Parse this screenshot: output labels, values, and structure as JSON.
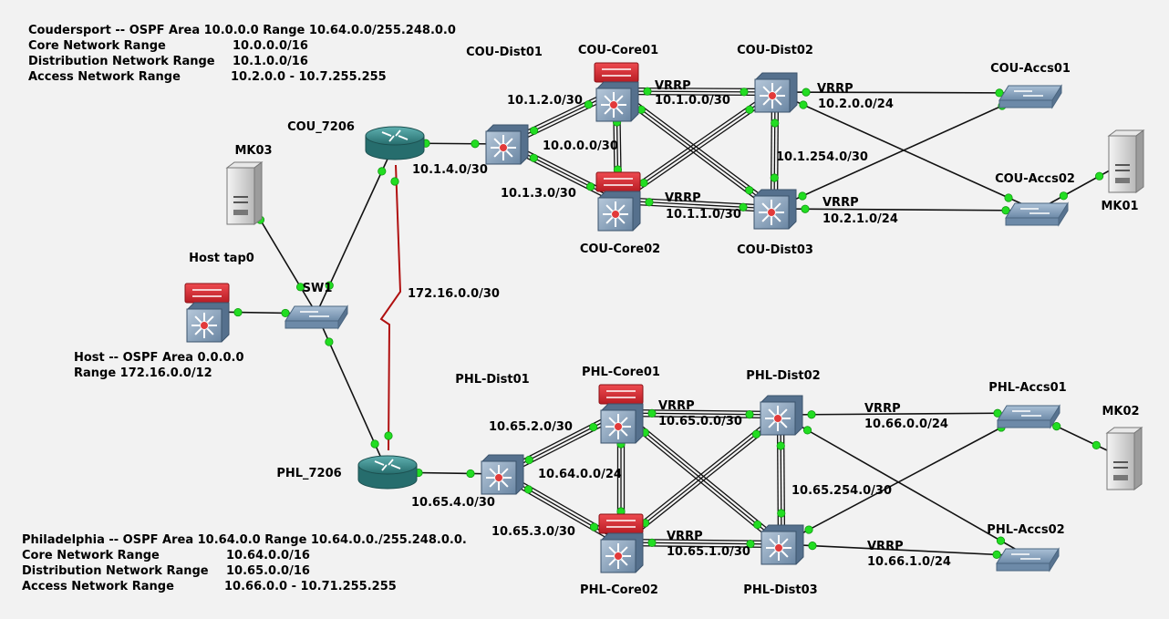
{
  "info_cou": {
    "line1": "Coudersport -- OSPF Area 10.0.0.0 Range 10.64.0.0/255.248.0.0",
    "rows": [
      {
        "k": "Core Network Range",
        "v": "10.0.0.0/16"
      },
      {
        "k": "Distribution Network Range",
        "v": "10.1.0.0/16"
      },
      {
        "k": "Access Network Range",
        "v": "10.2.0.0 - 10.7.255.255"
      }
    ]
  },
  "info_phl": {
    "line1": "Philadelphia -- OSPF Area 10.64.0.0 Range 10.64.0.0./255.248.0.0.",
    "rows": [
      {
        "k": "Core Network Range",
        "v": "10.64.0.0/16"
      },
      {
        "k": "Distribution Network Range",
        "v": "10.65.0.0/16"
      },
      {
        "k": "Access Network Range",
        "v": "10.66.0.0 - 10.71.255.255"
      }
    ]
  },
  "info_host": {
    "line1": "Host -- OSPF Area 0.0.0.0",
    "line2": "Range 172.16.0.0/12"
  },
  "nodes": [
    {
      "id": "cou_dist01",
      "label": "COU-Dist01",
      "kind": "l3switch",
      "icon": "l3-switch-icon"
    },
    {
      "id": "cou_core01",
      "label": "COU-Core01",
      "kind": "core",
      "icon": "core-switch-icon"
    },
    {
      "id": "cou_core02",
      "label": "COU-Core02",
      "kind": "core",
      "icon": "core-switch-icon"
    },
    {
      "id": "cou_dist02",
      "label": "COU-Dist02",
      "kind": "l3switch",
      "icon": "l3-switch-icon"
    },
    {
      "id": "cou_dist03",
      "label": "COU-Dist03",
      "kind": "l3switch",
      "icon": "l3-switch-icon"
    },
    {
      "id": "cou_accs01",
      "label": "COU-Accs01",
      "kind": "l2switch",
      "icon": "switch-icon"
    },
    {
      "id": "cou_accs02",
      "label": "COU-Accs02",
      "kind": "l2switch",
      "icon": "switch-icon"
    },
    {
      "id": "mk01",
      "label": "MK01",
      "kind": "server",
      "icon": "server-icon"
    },
    {
      "id": "mk02",
      "label": "MK02",
      "kind": "server",
      "icon": "server-icon"
    },
    {
      "id": "mk03",
      "label": "MK03",
      "kind": "server",
      "icon": "server-icon"
    },
    {
      "id": "cou_7206",
      "label": "COU_7206",
      "kind": "router",
      "icon": "router-icon"
    },
    {
      "id": "phl_7206",
      "label": "PHL_7206",
      "kind": "router",
      "icon": "router-icon"
    },
    {
      "id": "sw1",
      "label": "SW1",
      "kind": "l2switch",
      "icon": "switch-icon"
    },
    {
      "id": "host",
      "label": "Host tap0",
      "kind": "core",
      "icon": "core-switch-icon"
    },
    {
      "id": "phl_dist01",
      "label": "PHL-Dist01",
      "kind": "l3switch",
      "icon": "l3-switch-icon"
    },
    {
      "id": "phl_core01",
      "label": "PHL-Core01",
      "kind": "core",
      "icon": "core-switch-icon"
    },
    {
      "id": "phl_core02",
      "label": "PHL-Core02",
      "kind": "core",
      "icon": "core-switch-icon"
    },
    {
      "id": "phl_dist02",
      "label": "PHL-Dist02",
      "kind": "l3switch",
      "icon": "l3-switch-icon"
    },
    {
      "id": "phl_dist03",
      "label": "PHL-Dist03",
      "kind": "l3switch",
      "icon": "l3-switch-icon"
    },
    {
      "id": "phl_accs01",
      "label": "PHL-Accs01",
      "kind": "l2switch",
      "icon": "switch-icon"
    },
    {
      "id": "phl_accs02",
      "label": "PHL-Accs02",
      "kind": "l2switch",
      "icon": "switch-icon"
    }
  ],
  "links": [
    {
      "from": "cou_7206",
      "to": "cou_dist01",
      "style": "single"
    },
    {
      "from": "cou_dist01",
      "to": "cou_core01",
      "style": "double"
    },
    {
      "from": "cou_dist01",
      "to": "cou_core02",
      "style": "double"
    },
    {
      "from": "cou_core01",
      "to": "cou_core02",
      "style": "double"
    },
    {
      "from": "cou_core01",
      "to": "cou_dist02",
      "style": "double"
    },
    {
      "from": "cou_core01",
      "to": "cou_dist03",
      "style": "double"
    },
    {
      "from": "cou_core02",
      "to": "cou_dist02",
      "style": "double"
    },
    {
      "from": "cou_core02",
      "to": "cou_dist03",
      "style": "double"
    },
    {
      "from": "cou_dist02",
      "to": "cou_dist03",
      "style": "double"
    },
    {
      "from": "cou_dist02",
      "to": "cou_accs01",
      "style": "single"
    },
    {
      "from": "cou_dist02",
      "to": "cou_accs02",
      "style": "single"
    },
    {
      "from": "cou_dist03",
      "to": "cou_accs02",
      "style": "single"
    },
    {
      "from": "cou_dist03",
      "to": "cou_accs01",
      "style": "single"
    },
    {
      "from": "cou_accs02",
      "to": "mk01",
      "style": "single"
    },
    {
      "from": "mk03",
      "to": "sw1",
      "style": "single"
    },
    {
      "from": "host",
      "to": "sw1",
      "style": "single"
    },
    {
      "from": "sw1",
      "to": "cou_7206",
      "style": "single"
    },
    {
      "from": "sw1",
      "to": "phl_7206",
      "style": "single"
    },
    {
      "from": "phl_7206",
      "to": "phl_dist01",
      "style": "single"
    },
    {
      "from": "phl_dist01",
      "to": "phl_core01",
      "style": "double"
    },
    {
      "from": "phl_dist01",
      "to": "phl_core02",
      "style": "double"
    },
    {
      "from": "phl_core01",
      "to": "phl_core02",
      "style": "double"
    },
    {
      "from": "phl_core01",
      "to": "phl_dist02",
      "style": "double"
    },
    {
      "from": "phl_core01",
      "to": "phl_dist03",
      "style": "double"
    },
    {
      "from": "phl_core02",
      "to": "phl_dist02",
      "style": "double"
    },
    {
      "from": "phl_core02",
      "to": "phl_dist03",
      "style": "double"
    },
    {
      "from": "phl_dist02",
      "to": "phl_dist03",
      "style": "double"
    },
    {
      "from": "phl_dist02",
      "to": "phl_accs01",
      "style": "single"
    },
    {
      "from": "phl_dist02",
      "to": "phl_accs02",
      "style": "single"
    },
    {
      "from": "phl_dist03",
      "to": "phl_accs02",
      "style": "single"
    },
    {
      "from": "phl_dist03",
      "to": "phl_accs01",
      "style": "single"
    },
    {
      "from": "phl_accs01",
      "to": "mk02",
      "style": "single"
    }
  ],
  "serial_link": {
    "from": "cou_7206",
    "to": "phl_7206",
    "label": "172.16.0.0/30",
    "color": "#b01010"
  },
  "net_labels": [
    {
      "id": "c1",
      "text": "10.1.2.0/30"
    },
    {
      "id": "c2",
      "text": "10.0.0.0/30"
    },
    {
      "id": "c3",
      "text": "10.1.4.0/30"
    },
    {
      "id": "c4",
      "text": "10.1.3.0/30"
    },
    {
      "id": "c5",
      "text": "VRRP"
    },
    {
      "id": "c6",
      "text": "10.1.0.0/30"
    },
    {
      "id": "c7",
      "text": "VRRP"
    },
    {
      "id": "c8",
      "text": "10.1.1.0/30"
    },
    {
      "id": "c9",
      "text": "VRRP"
    },
    {
      "id": "c10",
      "text": "10.2.0.0/24"
    },
    {
      "id": "c11",
      "text": "10.1.254.0/30"
    },
    {
      "id": "c12",
      "text": "VRRP"
    },
    {
      "id": "c13",
      "text": "10.2.1.0/24"
    },
    {
      "id": "p1",
      "text": "10.65.2.0/30"
    },
    {
      "id": "p2",
      "text": "10.64.0.0/24"
    },
    {
      "id": "p3",
      "text": "10.65.4.0/30"
    },
    {
      "id": "p4",
      "text": "10.65.3.0/30"
    },
    {
      "id": "p5",
      "text": "VRRP"
    },
    {
      "id": "p6",
      "text": "10.65.0.0/30"
    },
    {
      "id": "p7",
      "text": "VRRP"
    },
    {
      "id": "p8",
      "text": "10.65.1.0/30"
    },
    {
      "id": "p9",
      "text": "VRRP"
    },
    {
      "id": "p10",
      "text": "10.66.0.0/24"
    },
    {
      "id": "p11",
      "text": "10.65.254.0/30"
    },
    {
      "id": "p12",
      "text": "VRRP"
    },
    {
      "id": "p13",
      "text": "10.66.1.0/24"
    }
  ],
  "colors": {
    "link": "#111111",
    "port": "#22dd22",
    "switch_body": "#6f8aa6",
    "core_top": "#d9242c",
    "router_body": "#2f7f7f"
  }
}
